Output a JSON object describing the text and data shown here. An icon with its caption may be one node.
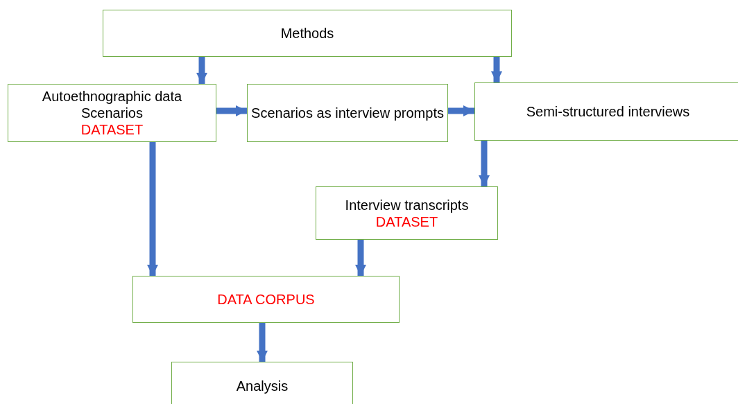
{
  "diagram": {
    "nodes": [
      {
        "text": [
          "Methods"
        ]
      },
      {
        "text": [
          "Autoethnographic data",
          "Scenarios",
          "DATASET"
        ]
      },
      {
        "text": [
          "Scenarios as interview prompts"
        ]
      },
      {
        "text": [
          "Semi-structured interviews"
        ]
      },
      {
        "text": [
          "Interview transcripts",
          "DATASET"
        ]
      },
      {
        "text": [
          "DATA CORPUS"
        ]
      },
      {
        "text": [
          "Analysis"
        ]
      }
    ],
    "edges": [
      {
        "from": 0,
        "to": 1,
        "arrow": "to"
      },
      {
        "from": 0,
        "to": 3,
        "arrow": "to"
      },
      {
        "from": 1,
        "to": 2,
        "arrow": "to"
      },
      {
        "from": 2,
        "to": 3,
        "arrow": "to"
      },
      {
        "from": 3,
        "to": 4,
        "arrow": "to"
      },
      {
        "from": 1,
        "to": 5,
        "arrow": "to"
      },
      {
        "from": 4,
        "to": 5,
        "arrow": "to"
      },
      {
        "from": 5,
        "to": 6,
        "arrow": "to"
      }
    ]
  }
}
